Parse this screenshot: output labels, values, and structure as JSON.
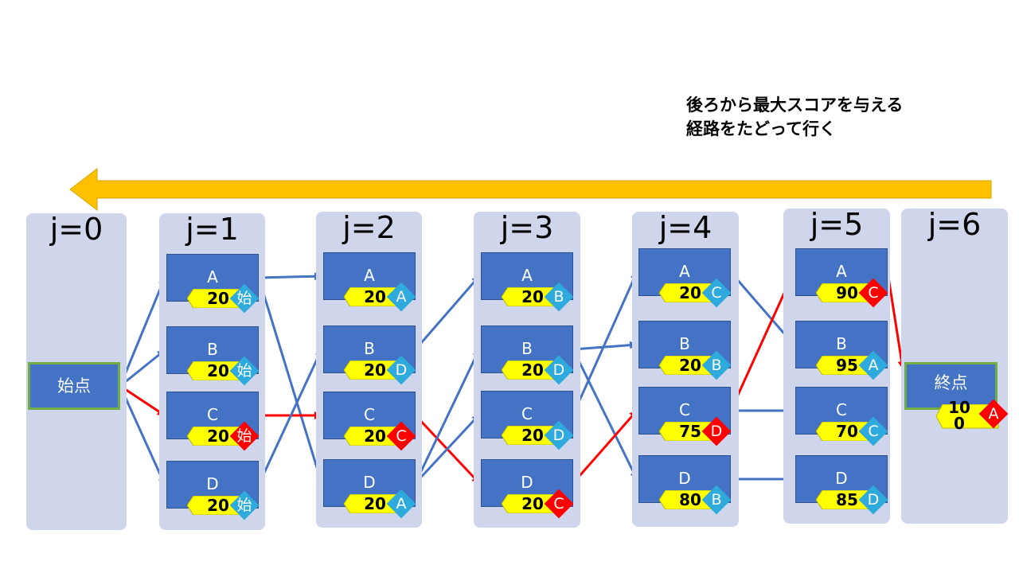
{
  "caption": {
    "line1": "後ろから最大スコアを与える",
    "line2": "経路をたどって行く"
  },
  "colors": {
    "column": "#cfd5ea",
    "node": "#4472c4",
    "badge": "#ffff00",
    "blue": "#2eaadc",
    "red": "#ff0000",
    "edge": "#4472c4",
    "path": "#ff0000",
    "arrow": "#ffc000"
  },
  "columns": [
    {
      "label": "j=0"
    },
    {
      "label": "j=1"
    },
    {
      "label": "j=2"
    },
    {
      "label": "j=3"
    },
    {
      "label": "j=4"
    },
    {
      "label": "j=5"
    },
    {
      "label": "j=6"
    }
  ],
  "start": {
    "label": "始点"
  },
  "end": {
    "label": "終点",
    "score": "10\n0",
    "from": "A",
    "from_color": "red"
  },
  "states": [
    [
      {
        "label": "A",
        "score": "20",
        "from": "始",
        "from_color": "blue"
      },
      {
        "label": "B",
        "score": "20",
        "from": "始",
        "from_color": "blue"
      },
      {
        "label": "C",
        "score": "20",
        "from": "始",
        "from_color": "red"
      },
      {
        "label": "D",
        "score": "20",
        "from": "始",
        "from_color": "blue"
      }
    ],
    [
      {
        "label": "A",
        "score": "20",
        "from": "A",
        "from_color": "blue"
      },
      {
        "label": "B",
        "score": "20",
        "from": "D",
        "from_color": "blue"
      },
      {
        "label": "C",
        "score": "20",
        "from": "C",
        "from_color": "red"
      },
      {
        "label": "D",
        "score": "20",
        "from": "A",
        "from_color": "blue"
      }
    ],
    [
      {
        "label": "A",
        "score": "20",
        "from": "B",
        "from_color": "blue"
      },
      {
        "label": "B",
        "score": "20",
        "from": "D",
        "from_color": "blue"
      },
      {
        "label": "C",
        "score": "20",
        "from": "D",
        "from_color": "blue"
      },
      {
        "label": "D",
        "score": "20",
        "from": "C",
        "from_color": "red"
      }
    ],
    [
      {
        "label": "A",
        "score": "20",
        "from": "C",
        "from_color": "blue"
      },
      {
        "label": "B",
        "score": "20",
        "from": "B",
        "from_color": "blue"
      },
      {
        "label": "C",
        "score": "75",
        "from": "D",
        "from_color": "red"
      },
      {
        "label": "D",
        "score": "80",
        "from": "B",
        "from_color": "blue"
      }
    ],
    [
      {
        "label": "A",
        "score": "90",
        "from": "C",
        "from_color": "red"
      },
      {
        "label": "B",
        "score": "95",
        "from": "A",
        "from_color": "blue"
      },
      {
        "label": "C",
        "score": "70",
        "from": "C",
        "from_color": "blue"
      },
      {
        "label": "D",
        "score": "85",
        "from": "D",
        "from_color": "blue"
      }
    ]
  ],
  "edges": [
    {
      "from": "start",
      "to": "1A",
      "type": "normal"
    },
    {
      "from": "start",
      "to": "1B",
      "type": "normal"
    },
    {
      "from": "start",
      "to": "1C",
      "type": "path"
    },
    {
      "from": "start",
      "to": "1D",
      "type": "normal"
    },
    {
      "from": "1A",
      "to": "2A",
      "type": "normal"
    },
    {
      "from": "1A",
      "to": "2D",
      "type": "normal"
    },
    {
      "from": "1C",
      "to": "2C",
      "type": "path"
    },
    {
      "from": "1D",
      "to": "2B",
      "type": "normal"
    },
    {
      "from": "2B",
      "to": "3A",
      "type": "normal"
    },
    {
      "from": "2C",
      "to": "3D",
      "type": "path"
    },
    {
      "from": "2D",
      "to": "3B",
      "type": "normal"
    },
    {
      "from": "2D",
      "to": "3C",
      "type": "normal"
    },
    {
      "from": "3B",
      "to": "4B",
      "type": "normal"
    },
    {
      "from": "3B",
      "to": "4D",
      "type": "normal"
    },
    {
      "from": "3C",
      "to": "4A",
      "type": "normal"
    },
    {
      "from": "3D",
      "to": "4C",
      "type": "path"
    },
    {
      "from": "4A",
      "to": "5B",
      "type": "normal"
    },
    {
      "from": "4C",
      "to": "5A",
      "type": "path"
    },
    {
      "from": "4C",
      "to": "5C",
      "type": "normal"
    },
    {
      "from": "4D",
      "to": "5D",
      "type": "normal"
    },
    {
      "from": "5A",
      "to": "end",
      "type": "path"
    }
  ]
}
